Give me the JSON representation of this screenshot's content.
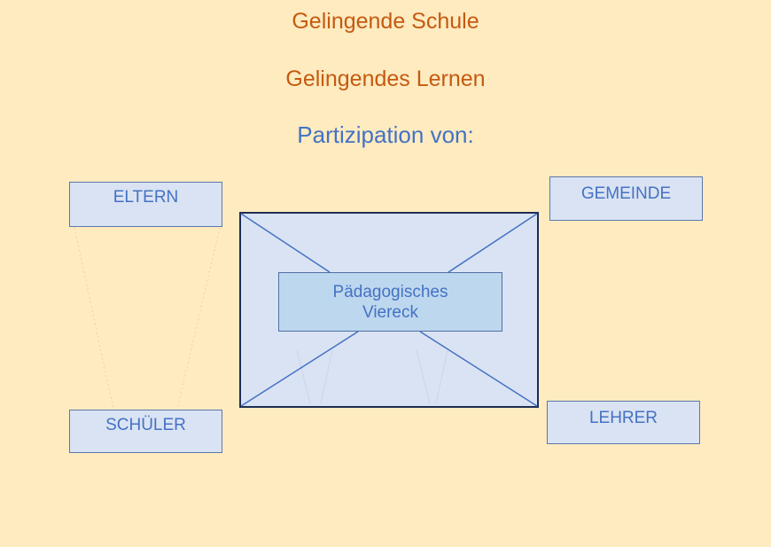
{
  "titles": {
    "line1": "Gelingende Schule",
    "line2": "Gelingendes Lernen",
    "line3": "Partizipation von:"
  },
  "boxes": {
    "eltern": "ELTERN",
    "gemeinde": "GEMEINDE",
    "schueler": "SCHÜLER",
    "lehrer": "LEHRER"
  },
  "center": {
    "line1": "Pädagogisches",
    "line2": "Viereck"
  },
  "colors": {
    "background": "#FEEBC0",
    "title_orange": "#C55A11",
    "text_blue": "#4472C4",
    "box_fill": "#DAE3F3",
    "center_fill": "#BDD7EE",
    "frame_border": "#1F2D55"
  }
}
